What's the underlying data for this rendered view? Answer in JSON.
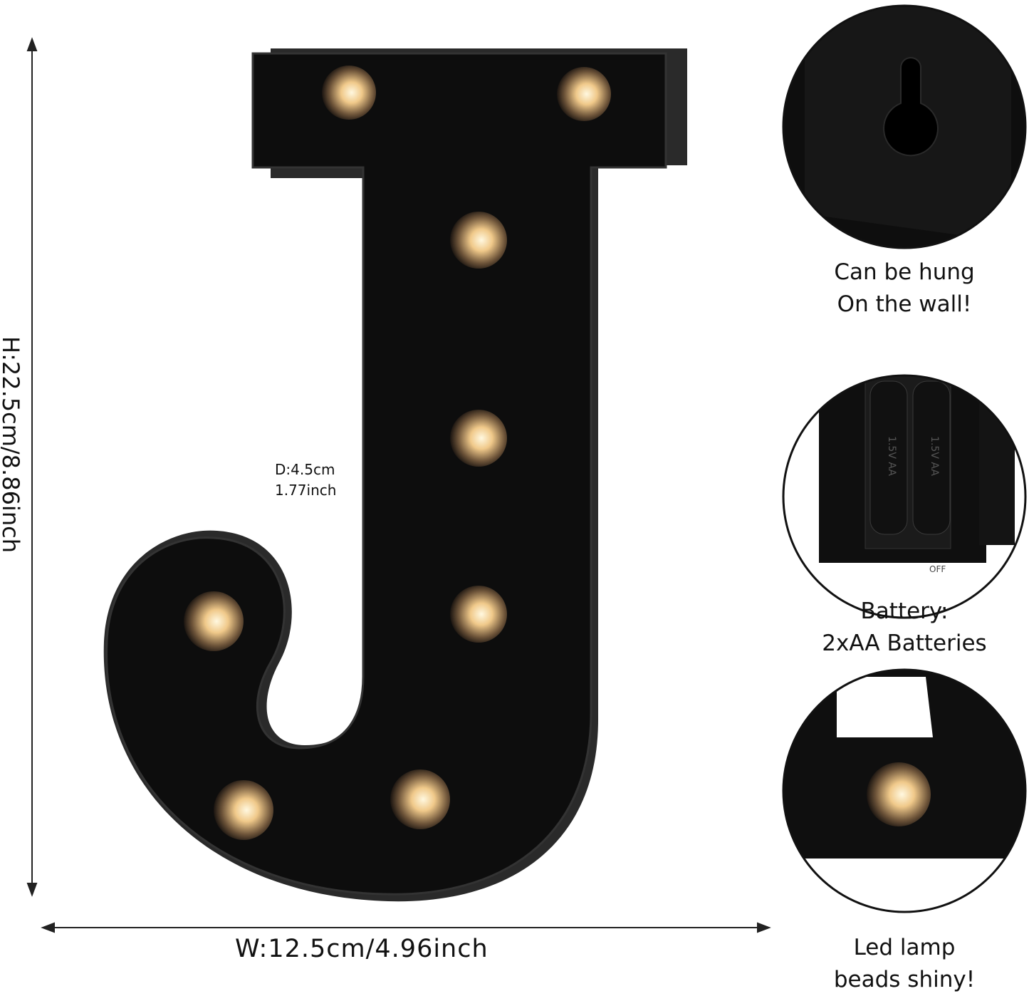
{
  "dimensions": {
    "height": "H:22.5cm/8.86inch",
    "width": "W:12.5cm/4.96inch",
    "depth_cm": "D:4.5cm",
    "depth_inch": "1.77inch"
  },
  "features": [
    {
      "line1": "Can be hung",
      "line2": "On the wall!",
      "icon": "keyhole-icon"
    },
    {
      "line1": "Battery:",
      "line2": "2xAA Batteries",
      "icon": "battery-compartment-icon"
    },
    {
      "line1": "Led lamp",
      "line2": "beads shiny!",
      "icon": "bulb-icon"
    }
  ],
  "battery_labels": [
    "1.5V AA",
    "1.5V AA"
  ],
  "switch_label": "OFF",
  "colors": {
    "body": "#0d0d0d",
    "bulb": "#f3d7a0"
  }
}
